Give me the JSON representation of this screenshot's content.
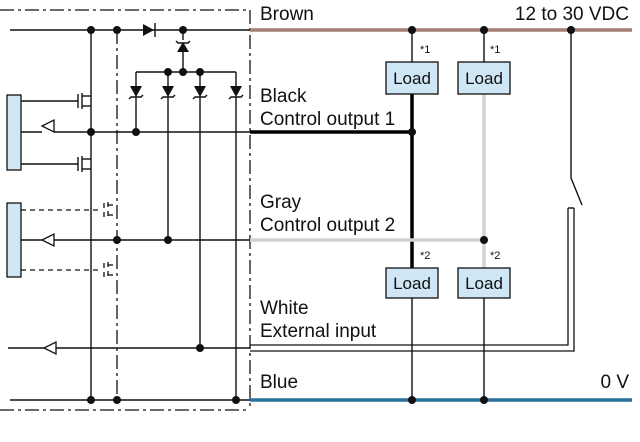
{
  "wires": {
    "brown": {
      "label": "Brown",
      "supply": "12 to 30 VDC",
      "color": "#a37f72"
    },
    "black": {
      "label": "Black",
      "function": "Control output 1",
      "color": "#000000"
    },
    "gray": {
      "label": "Gray",
      "function": "Control output 2",
      "color": "#d3d3d3"
    },
    "white": {
      "label": "White",
      "function": "External input"
    },
    "blue": {
      "label": "Blue",
      "ground": "0 V",
      "color": "#2a6f9e"
    }
  },
  "loads": {
    "label": "Load",
    "fill": "#cfe6f5",
    "note_top": "*1",
    "note_bottom": "*2"
  }
}
